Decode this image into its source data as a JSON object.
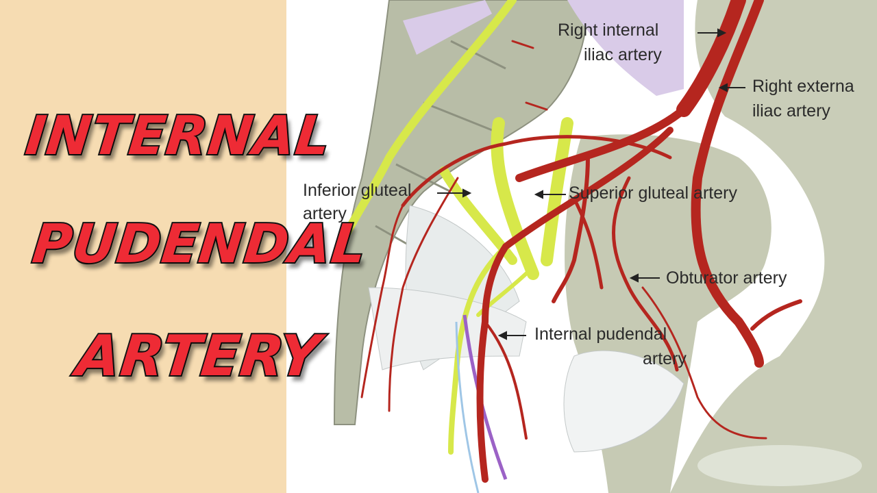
{
  "title": {
    "line1": "Internal",
    "line2": "Pudendal",
    "line3": "Artery"
  },
  "labels": {
    "right_internal_iliac_1": "Right internal",
    "right_internal_iliac_2": "iliac artery",
    "right_external_iliac_1": "Right externa",
    "right_external_iliac_2": "iliac artery",
    "inferior_gluteal_1": "Inferior gluteal",
    "inferior_gluteal_2": "artery",
    "superior_gluteal": "Superior gluteal artery",
    "obturator": "Obturator artery",
    "internal_pudendal_1": "Internal pudendal",
    "internal_pudendal_2": "artery"
  },
  "colors": {
    "background_left": "#f6dcb2",
    "title_fill": "#ee2b35",
    "artery": "#b5261f",
    "nerve": "#d7e84a",
    "bone": "#c9cdb8"
  }
}
